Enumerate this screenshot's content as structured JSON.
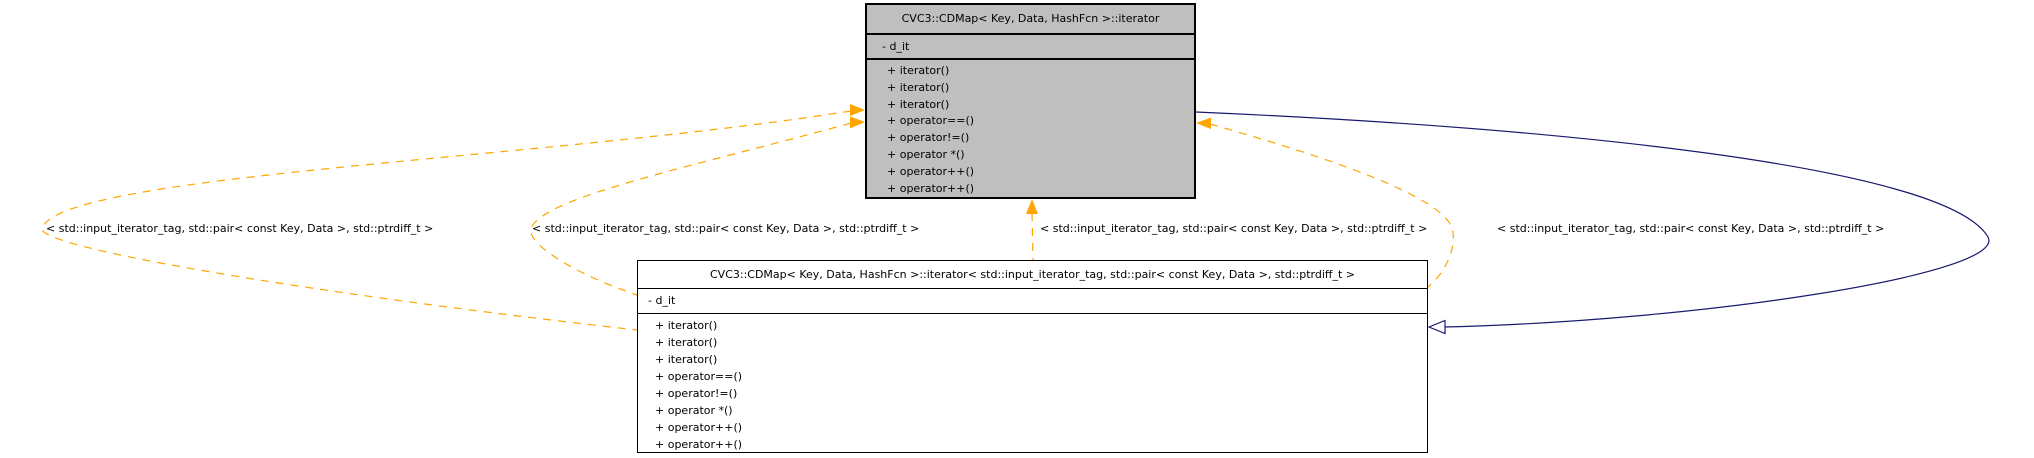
{
  "diagram": {
    "template_class": {
      "title": "CVC3::CDMap< Key, Data, HashFcn >::iterator",
      "attributes": [
        "- d_it"
      ],
      "methods": [
        "+ iterator()",
        "+ iterator()",
        "+ iterator()",
        "+ operator==()",
        "+ operator!=()",
        "+ operator *()",
        "+ operator++()",
        "+ operator++()"
      ]
    },
    "instance_class": {
      "title": "CVC3::CDMap< Key, Data, HashFcn >::iterator< std::input_iterator_tag, std::pair< const Key, Data >, std::ptrdiff_t >",
      "attributes": [
        "- d_it"
      ],
      "methods": [
        "+ iterator()",
        "+ iterator()",
        "+ iterator()",
        "+ operator==()",
        "+ operator!=()",
        "+ operator *()",
        "+ operator++()",
        "+ operator++()"
      ]
    },
    "edge_labels": [
      "< std::input_iterator_tag, std::pair< const Key, Data >, std::ptrdiff_t >",
      "< std::input_iterator_tag, std::pair< const Key, Data >, std::ptrdiff_t >",
      "< std::input_iterator_tag, std::pair< const Key, Data >, std::ptrdiff_t >",
      "< std::input_iterator_tag, std::pair< const Key, Data >, std::ptrdiff_t >"
    ],
    "colors": {
      "template_fill": "#bfbfbf",
      "instance_fill": "#ffffff",
      "template_edge": "#ffa500",
      "inheritance_edge": "#191970",
      "border": "#000000",
      "text": "#000000"
    }
  }
}
